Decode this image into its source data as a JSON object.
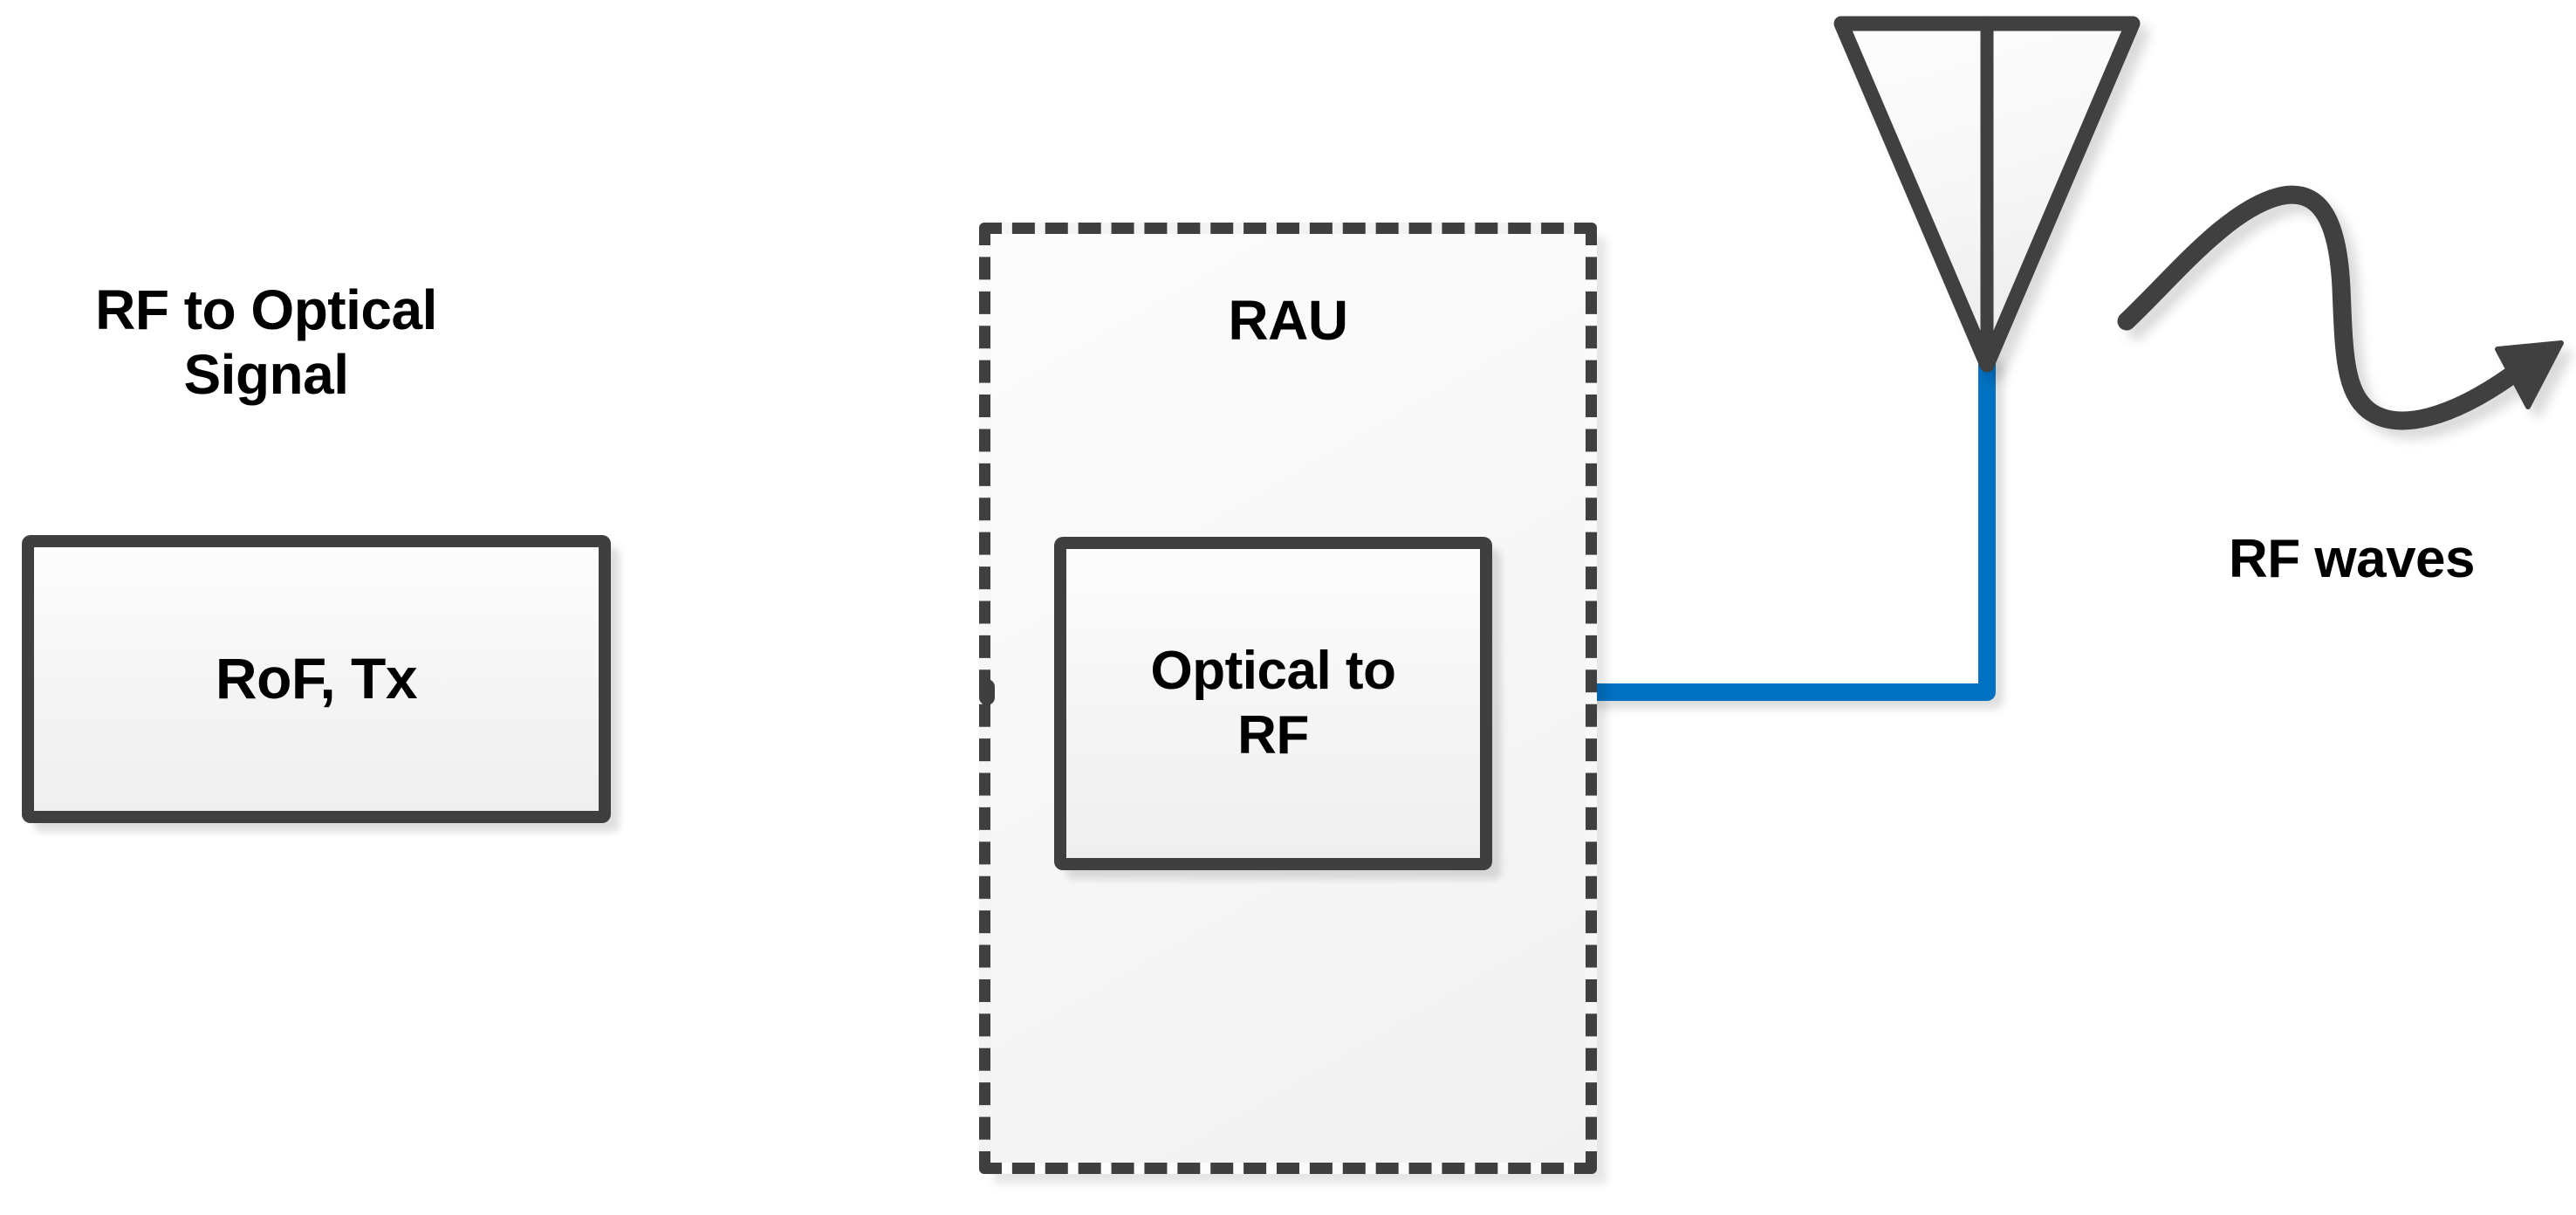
{
  "diagram": {
    "title": "Radio over Fiber downlink block diagram",
    "background_color": "#FFFFFF",
    "accent_color": "#0070C0",
    "outline_color": "#3F3F3F",
    "text_color": "#000000"
  },
  "labels": {
    "rf_to_optical": "RF to Optical\nSignal",
    "rau": "RAU",
    "rf_waves": "RF waves"
  },
  "blocks": [
    {
      "id": "rof_tx",
      "label": "RoF, Tx",
      "shape": "rounded-rectangle",
      "fill": "#F5F5F5",
      "stroke": "#3F3F3F"
    },
    {
      "id": "optical_to_rf",
      "label": "Optical to\nRF",
      "shape": "rounded-rectangle",
      "fill": "#F5F5F5",
      "stroke": "#3F3F3F"
    }
  ],
  "containers": [
    {
      "id": "rau",
      "label": "RAU",
      "style": "dashed",
      "stroke": "#3F3F3F"
    }
  ],
  "connectors": [
    {
      "id": "fiber_link",
      "from": "rof_tx",
      "to": "rau",
      "color": "#0070C0",
      "style": "solid"
    },
    {
      "id": "rf_feed",
      "from": "optical_to_rf",
      "to": "antenna",
      "color": "#0070C0",
      "style": "solid-elbow"
    }
  ],
  "graphics": [
    {
      "id": "antenna",
      "type": "horn-antenna",
      "stroke": "#3F3F3F"
    },
    {
      "id": "rf_wave_arrow",
      "type": "wave-arrow",
      "stroke": "#3F3F3F"
    }
  ]
}
